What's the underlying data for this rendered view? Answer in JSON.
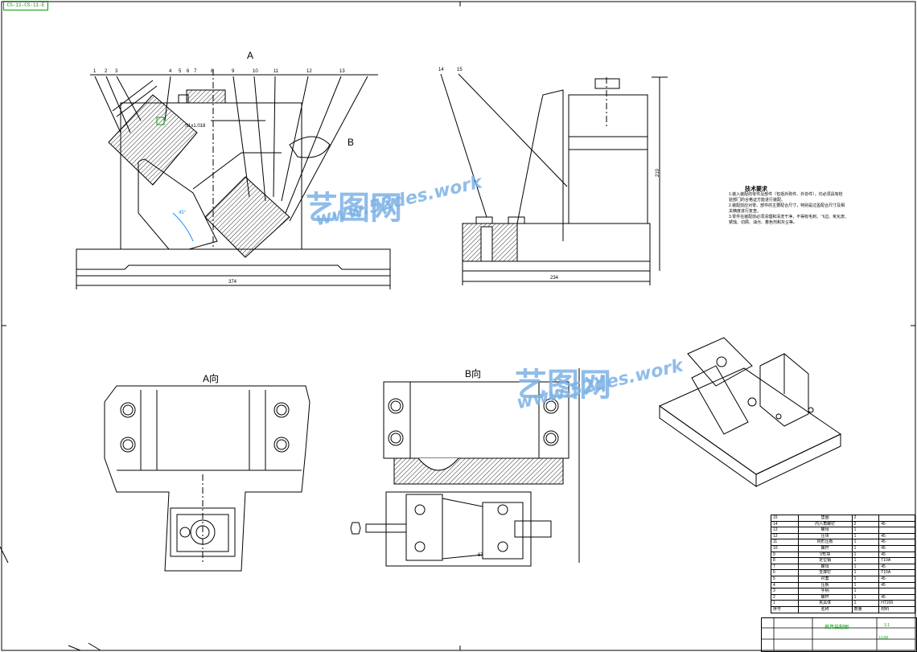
{
  "drawing": {
    "number_box": "CS-11-CS-11-E",
    "view_labels": {
      "main": "A",
      "arrow_b": "B",
      "view_a": "A向",
      "view_b": "B向"
    },
    "part_callouts_main": [
      "1",
      "2",
      "3",
      "4",
      "5",
      "6",
      "7",
      "8",
      "9",
      "10",
      "11",
      "12",
      "13"
    ],
    "part_callouts_side": [
      "14",
      "15"
    ],
    "dimensions": {
      "main_width": "374",
      "main_slot": "S1x1.018",
      "side_width": "234",
      "side_height": "210",
      "angle": "45°",
      "b_view_dim": "67"
    }
  },
  "technical_requirements": {
    "title": "技术要求",
    "lines": [
      "1.装入装配的零件及部件（包括外购件、外协件），均必须具有检",
      "验部门的合格证方能进行装配。",
      "2.装配前应对零、部件的主要配合尺寸，特别是过盈配合尺寸及相",
      "关精度进行复查。",
      "3.零件在装配前必须清理和清洗干净，不得有毛刺、飞边、氧化皮、",
      "锈蚀、切屑、油污、着色剂和灰尘等。"
    ]
  },
  "bom": {
    "rows": [
      [
        "15",
        "垫圈",
        "2",
        ""
      ],
      [
        "14",
        "内六角螺钉",
        "2",
        "45"
      ],
      [
        "13",
        "螺母",
        "1",
        ""
      ],
      [
        "12",
        "压块",
        "1",
        "45"
      ],
      [
        "11",
        "钩形压板",
        "1",
        "45"
      ],
      [
        "10",
        "螺杆",
        "1",
        "45"
      ],
      [
        "9",
        "V形块",
        "1",
        "45"
      ],
      [
        "8",
        "定位销",
        "1",
        "T10A"
      ],
      [
        "7",
        "螺母",
        "1",
        "45"
      ],
      [
        "6",
        "支撑钉",
        "1",
        "T10A"
      ],
      [
        "5",
        "衬套",
        "1",
        "45"
      ],
      [
        "4",
        "压板",
        "1",
        "45"
      ],
      [
        "3",
        "手柄",
        "1",
        ""
      ],
      [
        "2",
        "螺杆",
        "1",
        "45"
      ],
      [
        "1",
        "夹具体",
        "1",
        "HT200"
      ]
    ],
    "header": [
      "序号",
      "名称",
      "数量",
      "材料"
    ]
  },
  "title_block": {
    "name": "夹具装配图",
    "scale": "1:1",
    "code": "JJ-00"
  },
  "watermark": {
    "cn": "艺图网",
    "url": "www.52des.work"
  },
  "colors": {
    "line": "#000000",
    "section_hatch": "#000000",
    "watermark": "#7db2e6",
    "highlight": "#00a000"
  }
}
